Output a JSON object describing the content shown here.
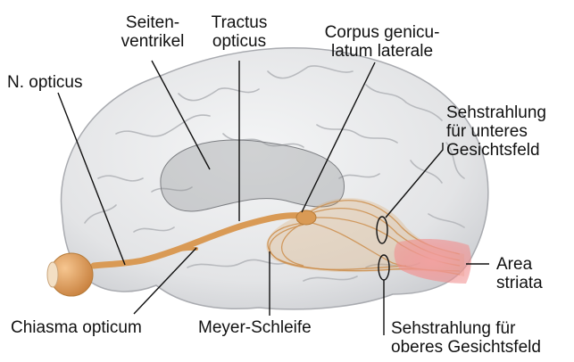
{
  "labels": {
    "seitenventrikel": [
      "Seiten-",
      "ventrikel"
    ],
    "tractus_opticus": [
      "Tractus",
      "opticus"
    ],
    "corpus_geniculatum": [
      "Corpus genicu-",
      "latum laterale"
    ],
    "n_opticus": [
      "N. opticus"
    ],
    "sehstrahlung_unteres": [
      "Sehstrahlung",
      "für unteres",
      "Gesichtsfeld"
    ],
    "area_striata": [
      "Area",
      "striata"
    ],
    "chiasma_opticum": [
      "Chiasma opticum"
    ],
    "meyer_schleife": [
      "Meyer-Schleife"
    ],
    "sehstrahlung_oberes": [
      "Sehstrahlung für",
      "oberes Gesichtsfeld"
    ]
  },
  "colors": {
    "brain": "#e9eaec",
    "brain_shadow": "#c7c9cd",
    "optic_tract": "#d99a55",
    "radiation": "#c98a4a",
    "area_striata": "#f08c8c",
    "ventricle": "#8d8f93",
    "leader_line": "#111111"
  }
}
